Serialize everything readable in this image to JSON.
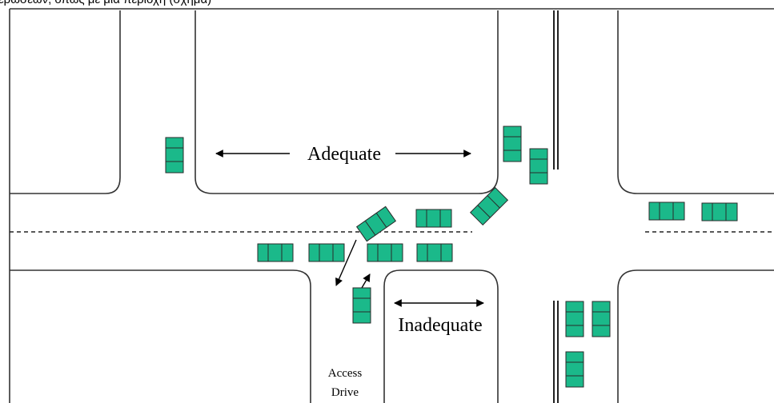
{
  "caption": "ερώσεων, όπως με μία περιοχή (σχήμα)",
  "labels": {
    "adequate": "Adequate",
    "inadequate": "Inadequate",
    "access_line1": "Access",
    "access_line2": "Drive"
  },
  "colors": {
    "car_fill": "#1bb98a",
    "outline": "#2a2a2a",
    "background": "#ffffff"
  }
}
